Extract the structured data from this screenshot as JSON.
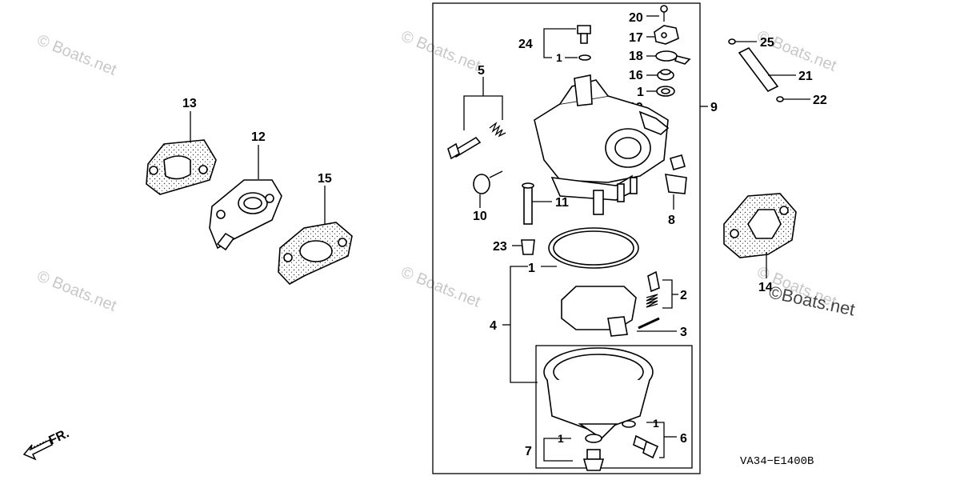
{
  "watermarks": [
    "© Boats.net",
    "© Boats.net",
    "© Boats.net",
    "© Boats.net",
    "© Boats.net",
    "© Boats.net"
  ],
  "brand_watermark": "©Boats.net",
  "front_label": "FR.",
  "diagram_code": "VA34−E1400B",
  "callouts": {
    "n1": "1",
    "n2": "2",
    "n3": "3",
    "n4": "4",
    "n5": "5",
    "n6": "6",
    "n7": "7",
    "n8": "8",
    "n9": "9",
    "n10": "10",
    "n11": "11",
    "n12": "12",
    "n13": "13",
    "n14": "14",
    "n15": "15",
    "n16": "16",
    "n17": "17",
    "n18": "18",
    "n19": "19",
    "n20": "20",
    "n21": "21",
    "n22": "22",
    "n23": "23",
    "n24": "24",
    "n25": "25"
  }
}
